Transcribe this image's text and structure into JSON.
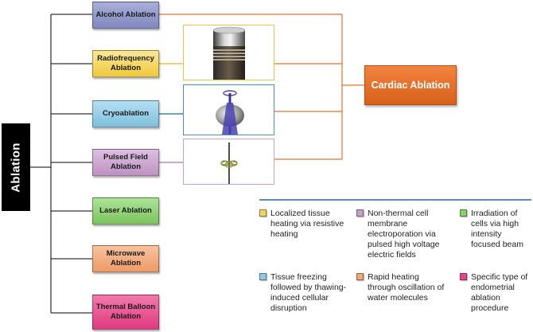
{
  "root": {
    "label": "Ablation"
  },
  "branches": [
    {
      "id": "alcohol",
      "label": "Alcohol Ablation",
      "color": "#8f97c8"
    },
    {
      "id": "radiofrequency",
      "label": "Radiofrequency Ablation",
      "color": "#f4d35e"
    },
    {
      "id": "cryoablation",
      "label": "Cryoablation",
      "color": "#8ecae6"
    },
    {
      "id": "pulsed-field",
      "label": "Pulsed Field Ablation",
      "color": "#c8a0cc"
    },
    {
      "id": "laser",
      "label": "Laser Ablation",
      "color": "#8ccf6b"
    },
    {
      "id": "microwave",
      "label": "Microwave Ablation",
      "color": "#f2a87a"
    },
    {
      "id": "thermal-balloon",
      "label": "Thermal Balloon Ablation",
      "color": "#e8488a"
    }
  ],
  "target": {
    "label": "Cardiac Ablation",
    "color": "#e8702a"
  },
  "legend": [
    {
      "color": "#f4d35e",
      "text": "Localized tissue heating via resistive heating"
    },
    {
      "color": "#c8a0cc",
      "text": "Non-thermal cell membrane electroporation via pulsed high voltage electric fields"
    },
    {
      "color": "#8ccf6b",
      "text": "Irradiation of cells via high intensity focused beam"
    },
    {
      "color": "#8ecae6",
      "text": "Tissue freezing followed by thawing-induced cellular disruption"
    },
    {
      "color": "#f2a87a",
      "text": "Rapid heating through oscillation of water molecules"
    },
    {
      "color": "#e8488a",
      "text": "Specific type of endometrial ablation procedure"
    }
  ]
}
